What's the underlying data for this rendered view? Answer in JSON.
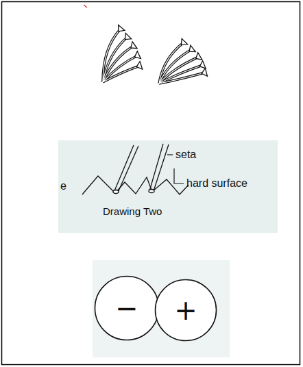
{
  "diagram": {
    "nodes": [
      {
        "text": [
          "−"
        ]
      },
      {
        "text": [
          "+"
        ]
      }
    ],
    "labels": [
      "seta",
      "hard surface",
      "Drawing Two",
      "e"
    ]
  }
}
